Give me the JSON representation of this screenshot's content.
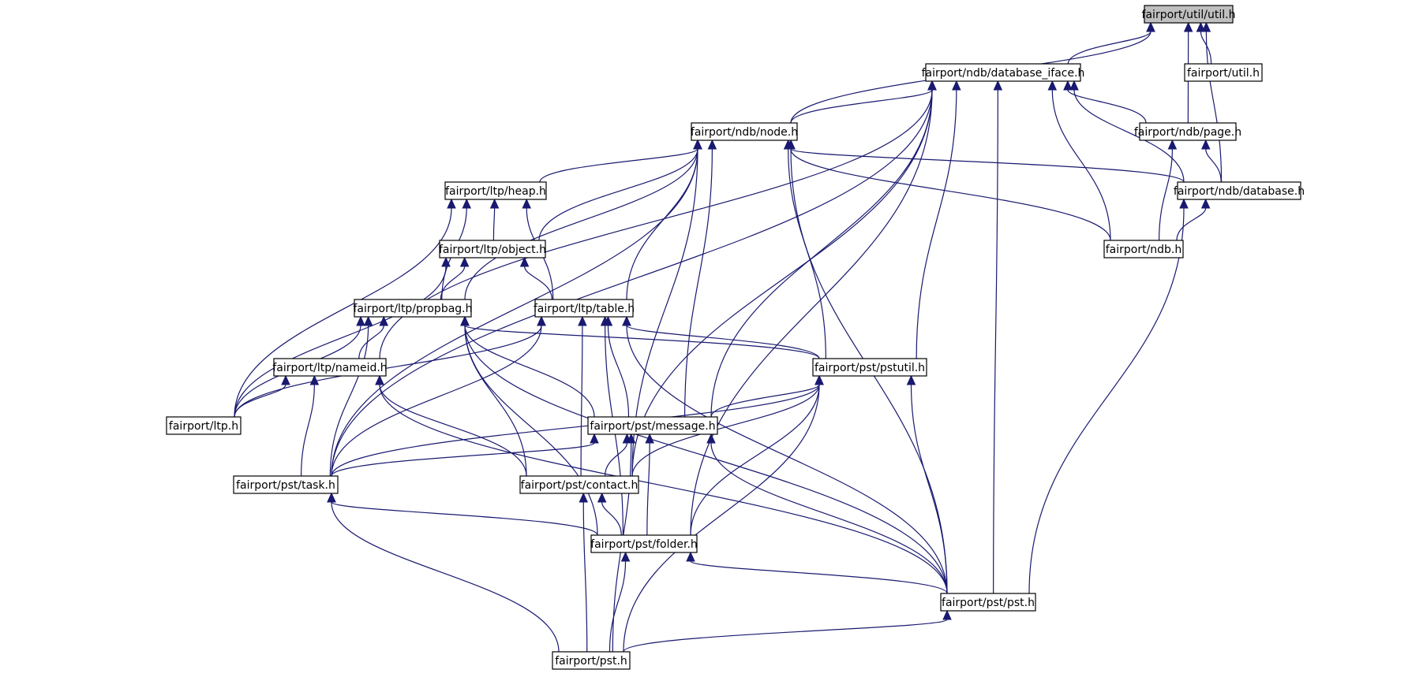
{
  "graph": {
    "title": "",
    "focus_node": "util_util",
    "colors": {
      "edge": "#191970",
      "node_border": "#000000",
      "node_fill": "#ffffff",
      "focus_fill": "#bfbfbf",
      "background": "#ffffff"
    },
    "nodes": [
      {
        "id": "util_util",
        "label": "fairport/util/util.h"
      },
      {
        "id": "util",
        "label": "fairport/util.h"
      },
      {
        "id": "database_iface",
        "label": "fairport/ndb/database_iface.h"
      },
      {
        "id": "node",
        "label": "fairport/ndb/node.h"
      },
      {
        "id": "page",
        "label": "fairport/ndb/page.h"
      },
      {
        "id": "heap",
        "label": "fairport/ltp/heap.h"
      },
      {
        "id": "database",
        "label": "fairport/ndb/database.h"
      },
      {
        "id": "object",
        "label": "fairport/ltp/object.h"
      },
      {
        "id": "ndb",
        "label": "fairport/ndb.h"
      },
      {
        "id": "propbag",
        "label": "fairport/ltp/propbag.h"
      },
      {
        "id": "table",
        "label": "fairport/ltp/table.h"
      },
      {
        "id": "nameid",
        "label": "fairport/ltp/nameid.h"
      },
      {
        "id": "pstutil",
        "label": "fairport/pst/pstutil.h"
      },
      {
        "id": "ltp",
        "label": "fairport/ltp.h"
      },
      {
        "id": "message",
        "label": "fairport/pst/message.h"
      },
      {
        "id": "task",
        "label": "fairport/pst/task.h"
      },
      {
        "id": "contact",
        "label": "fairport/pst/contact.h"
      },
      {
        "id": "folder",
        "label": "fairport/pst/folder.h"
      },
      {
        "id": "pst_pst",
        "label": "fairport/pst/pst.h"
      },
      {
        "id": "pst",
        "label": "fairport/pst.h"
      }
    ],
    "edges": [
      [
        "database_iface",
        "util_util"
      ],
      [
        "node",
        "util_util"
      ],
      [
        "page",
        "util_util"
      ],
      [
        "database",
        "util_util"
      ],
      [
        "util",
        "util_util"
      ],
      [
        "node",
        "database_iface"
      ],
      [
        "page",
        "database_iface"
      ],
      [
        "database",
        "database_iface"
      ],
      [
        "ndb",
        "database_iface"
      ],
      [
        "pstutil",
        "database_iface"
      ],
      [
        "message",
        "database_iface"
      ],
      [
        "contact",
        "database_iface"
      ],
      [
        "folder",
        "database_iface"
      ],
      [
        "pst_pst",
        "database_iface"
      ],
      [
        "task",
        "database_iface"
      ],
      [
        "nameid",
        "database_iface"
      ],
      [
        "heap",
        "node"
      ],
      [
        "object",
        "node"
      ],
      [
        "propbag",
        "node"
      ],
      [
        "table",
        "node"
      ],
      [
        "database",
        "node"
      ],
      [
        "ndb",
        "node"
      ],
      [
        "pstutil",
        "node"
      ],
      [
        "message",
        "node"
      ],
      [
        "contact",
        "node"
      ],
      [
        "pst_pst",
        "node"
      ],
      [
        "task",
        "node"
      ],
      [
        "ndb",
        "page"
      ],
      [
        "database",
        "page"
      ],
      [
        "ndb",
        "database"
      ],
      [
        "pst_pst",
        "database"
      ],
      [
        "object",
        "heap"
      ],
      [
        "propbag",
        "heap"
      ],
      [
        "table",
        "heap"
      ],
      [
        "ltp",
        "heap"
      ],
      [
        "propbag",
        "object"
      ],
      [
        "table",
        "object"
      ],
      [
        "ltp",
        "object"
      ],
      [
        "nameid",
        "propbag"
      ],
      [
        "ltp",
        "propbag"
      ],
      [
        "task",
        "propbag"
      ],
      [
        "message",
        "propbag"
      ],
      [
        "contact",
        "propbag"
      ],
      [
        "folder",
        "propbag"
      ],
      [
        "pstutil",
        "propbag"
      ],
      [
        "pst_pst",
        "propbag"
      ],
      [
        "pstutil",
        "table"
      ],
      [
        "message",
        "table"
      ],
      [
        "contact",
        "table"
      ],
      [
        "folder",
        "table"
      ],
      [
        "task",
        "table"
      ],
      [
        "ltp",
        "table"
      ],
      [
        "pst_pst",
        "table"
      ],
      [
        "ltp",
        "nameid"
      ],
      [
        "task",
        "nameid"
      ],
      [
        "contact",
        "nameid"
      ],
      [
        "pst_pst",
        "nameid"
      ],
      [
        "message",
        "pstutil"
      ],
      [
        "task",
        "pstutil"
      ],
      [
        "contact",
        "pstutil"
      ],
      [
        "folder",
        "pstutil"
      ],
      [
        "pst_pst",
        "pstutil"
      ],
      [
        "pst",
        "pstutil"
      ],
      [
        "task",
        "message"
      ],
      [
        "contact",
        "message"
      ],
      [
        "folder",
        "message"
      ],
      [
        "pst_pst",
        "message"
      ],
      [
        "pst",
        "message"
      ],
      [
        "folder",
        "task"
      ],
      [
        "pst",
        "task"
      ],
      [
        "folder",
        "contact"
      ],
      [
        "pst",
        "contact"
      ],
      [
        "pst_pst",
        "folder"
      ],
      [
        "pst",
        "folder"
      ],
      [
        "pst",
        "pst_pst"
      ]
    ]
  }
}
